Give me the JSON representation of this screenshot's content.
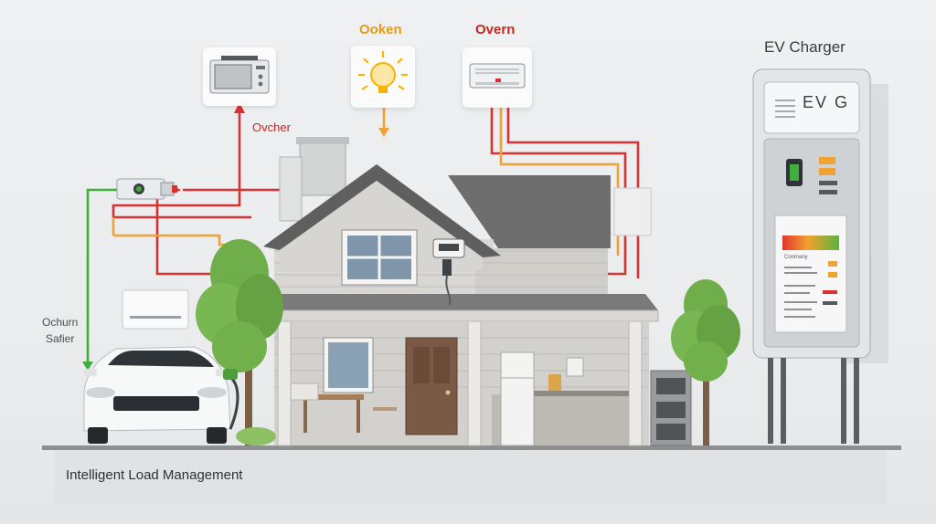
{
  "labels": {
    "top_left_appliance": "Ovcher",
    "bulb": "Ooken",
    "oven": "Overn",
    "ev_charger": "EV Charger",
    "left_side_line1": "Ochurn",
    "left_side_line2": "Safier",
    "caption": "Intelligent Load Management"
  },
  "charger": {
    "brand": "EV G",
    "panel_heading": "Conmany"
  },
  "colors": {
    "red_line": "#d93232",
    "orange_line": "#f0a233",
    "green_line": "#3fae3a",
    "bulb_yellow": "#f4b400",
    "oven_label_red": "#c8271f",
    "bulb_label_orange": "#e89a12"
  },
  "icons": [
    "microwave-icon",
    "light-bulb-icon",
    "air-conditioner-icon",
    "ev-charger",
    "car",
    "house",
    "tree",
    "smart-meter-icon",
    "camera-sensor-icon",
    "wall-unit-icon"
  ]
}
